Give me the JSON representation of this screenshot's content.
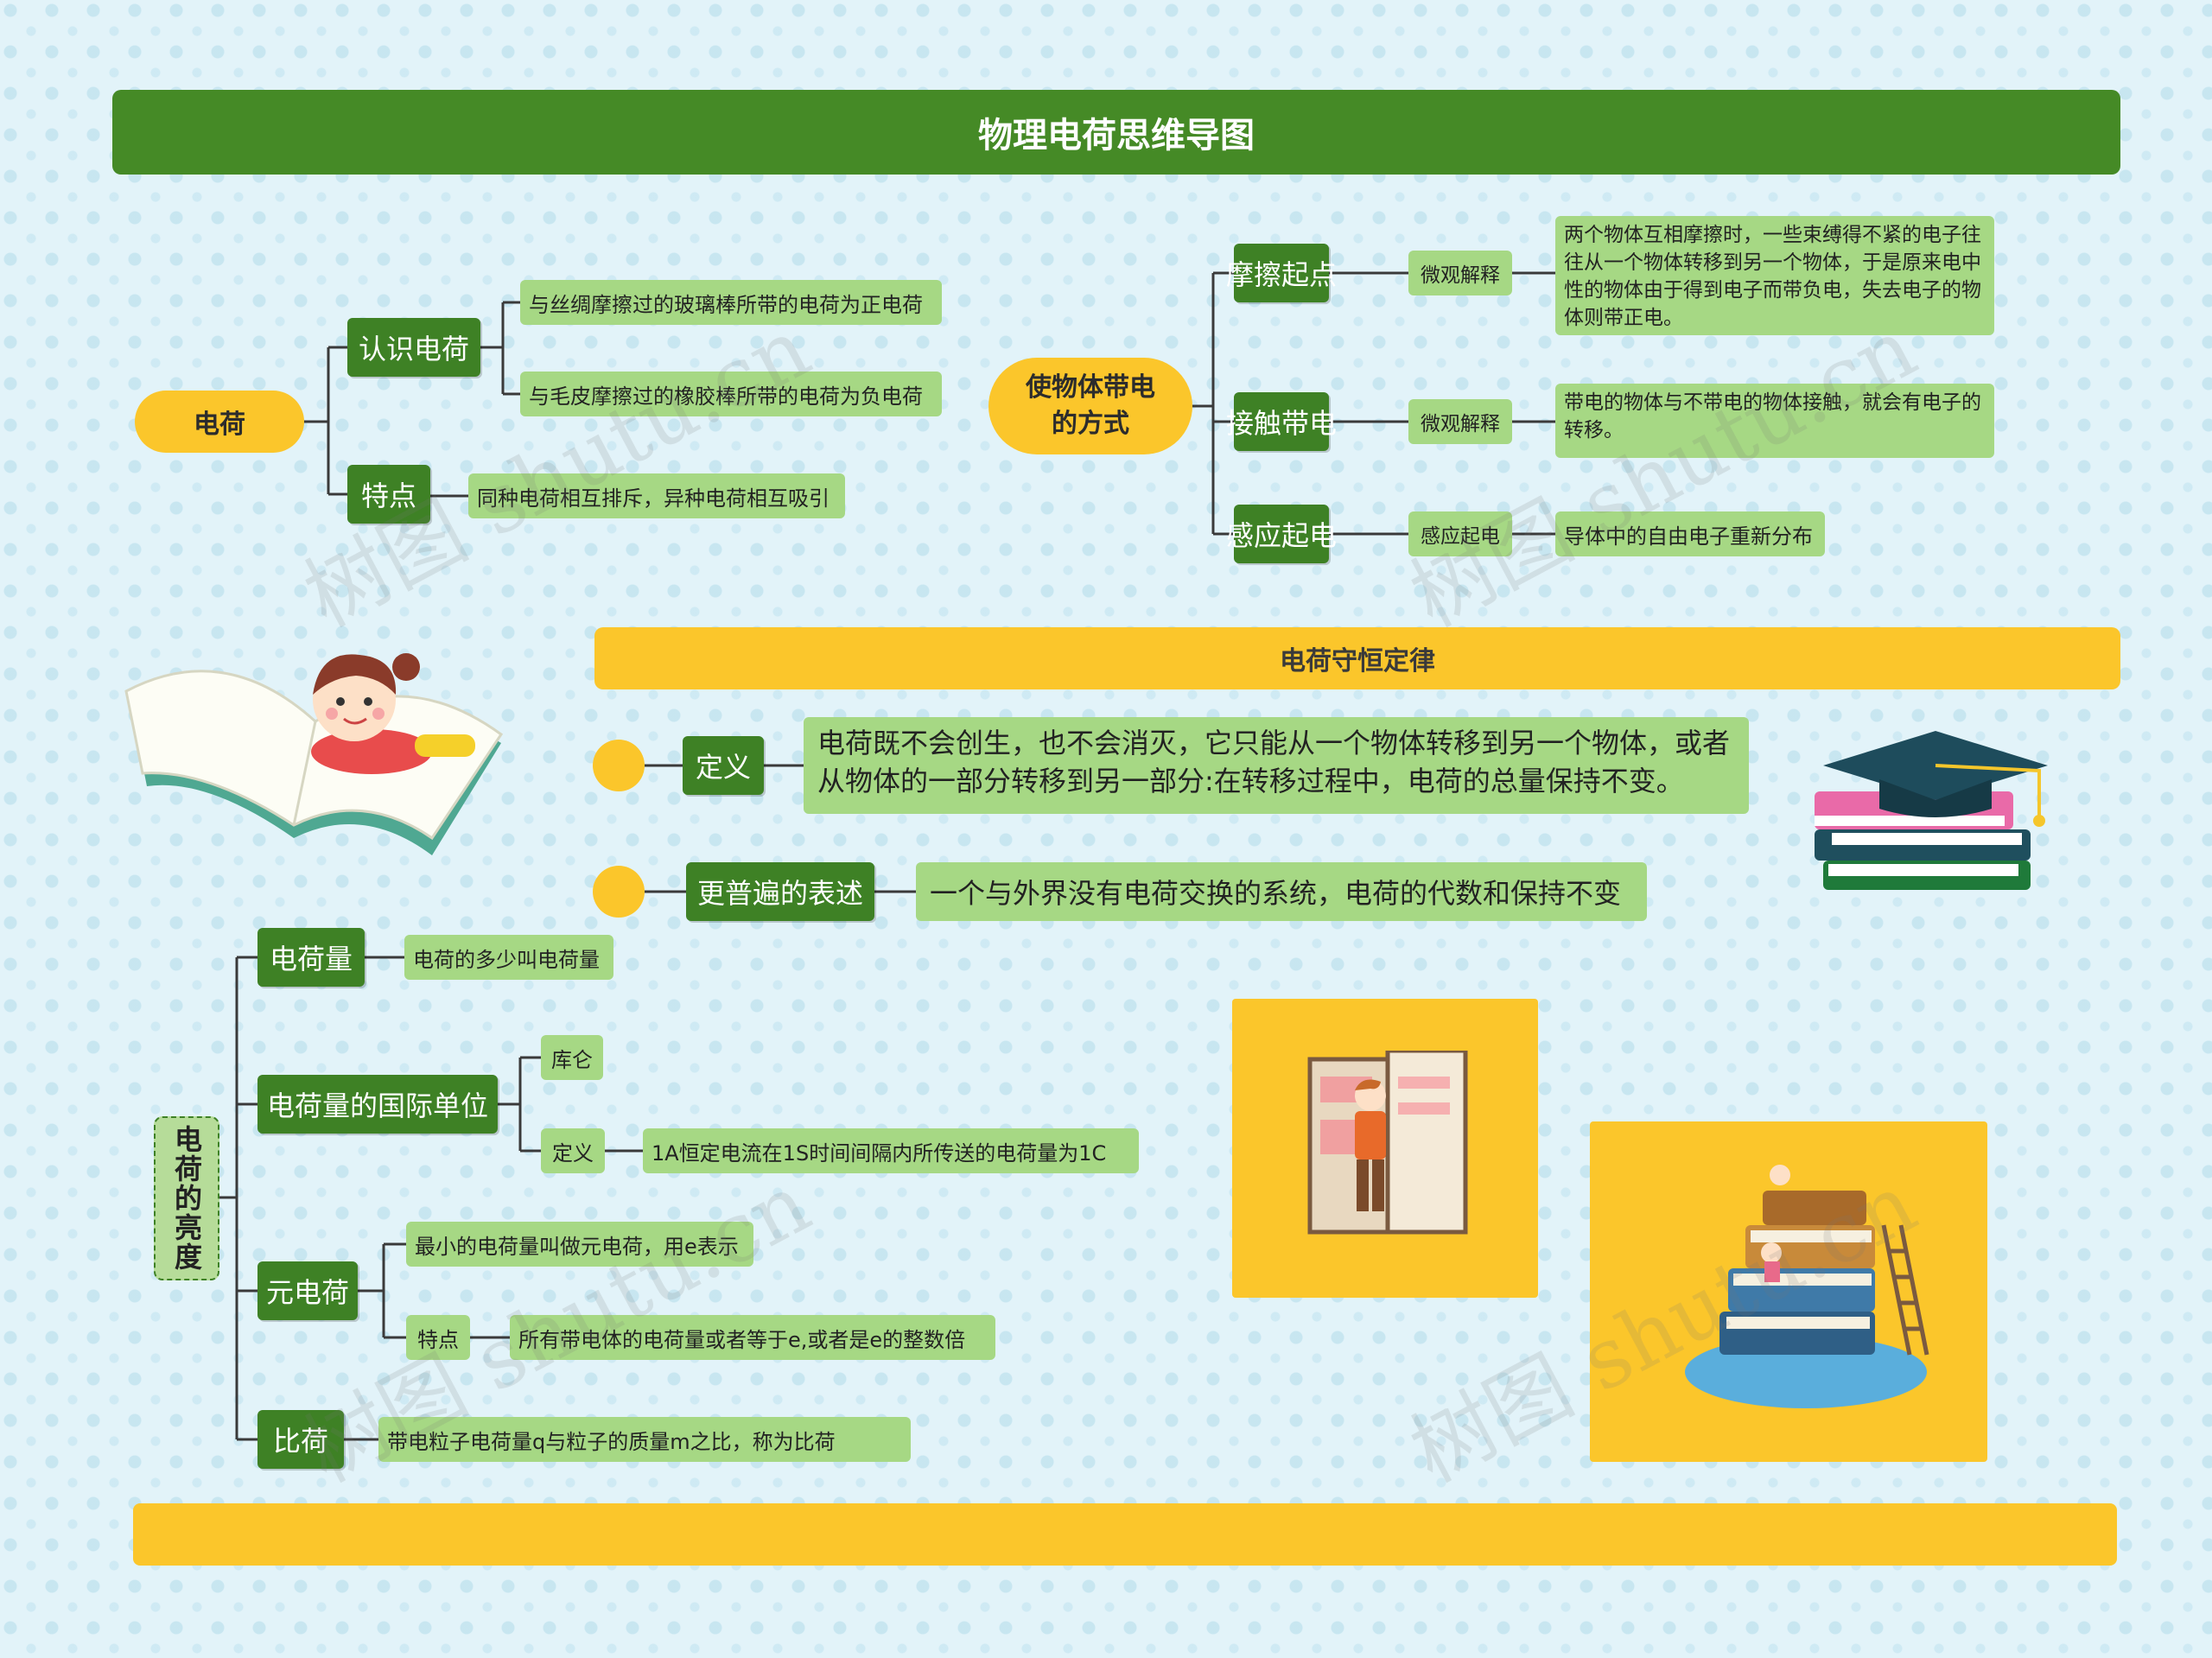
{
  "title": "物理电荷思维导图",
  "charge": {
    "root": "电荷",
    "recognize": {
      "label": "认识电荷",
      "items": [
        "与丝绸摩擦过的玻璃棒所带的电荷为正电荷",
        "与毛皮摩擦过的橡胶棒所带的电荷为负电荷"
      ]
    },
    "feature": {
      "label": "特点",
      "text": "同种电荷相互排斥，异种电荷相互吸引"
    }
  },
  "methods": {
    "root": "使物体带电的方式",
    "friction": {
      "label": "摩擦起点",
      "sub": "微观解释",
      "text": "两个物体互相摩擦时，一些束缚得不紧的电子往往从一个物体转移到另一个物体，于是原来电中性的物体由于得到电子而带负电，失去电子的物体则带正电。"
    },
    "contact": {
      "label": "接触带电",
      "sub": "微观解释",
      "text": "带电的物体与不带电的物体接触，就会有电子的转移。"
    },
    "induction": {
      "label": "感应起电",
      "sub": "感应起电",
      "text": "导体中的自由电子重新分布"
    }
  },
  "conservation": {
    "title": "电荷守恒定律",
    "definition": {
      "label": "定义",
      "text": "电荷既不会创生，也不会消灭，它只能从一个物体转移到另一个物体，或者从物体的一部分转移到另一部分:在转移过程中，电荷的总量保持不变。"
    },
    "general": {
      "label": "更普遍的表述",
      "text": "一个与外界没有电荷交换的系统，电荷的代数和保持不变"
    }
  },
  "quantity": {
    "root": "电荷的亮度",
    "amount": {
      "label": "电荷量",
      "text": "电荷的多少叫电荷量"
    },
    "unit": {
      "label": "电荷量的国际单位",
      "coulomb": "库仑",
      "def_label": "定义",
      "def_text": "1A恒定电流在1S时间间隔内所传送的电荷量为1C"
    },
    "elementary": {
      "label": "元电荷",
      "text": "最小的电荷量叫做元电荷，用e表示",
      "feature_label": "特点",
      "feature_text": "所有带电体的电荷量或者等于e,或者是e的整数倍"
    },
    "ratio": {
      "label": "比荷",
      "text": "带电粒子电荷量q与粒子的质量m之比，称为比荷"
    }
  },
  "watermark": "树图 shutu.cn",
  "colors": {
    "dark_green": "#3e8125",
    "banner_green": "#458a26",
    "light_green": "#a6d884",
    "yellow": "#fbc62b",
    "background": "#e2f3f9"
  }
}
